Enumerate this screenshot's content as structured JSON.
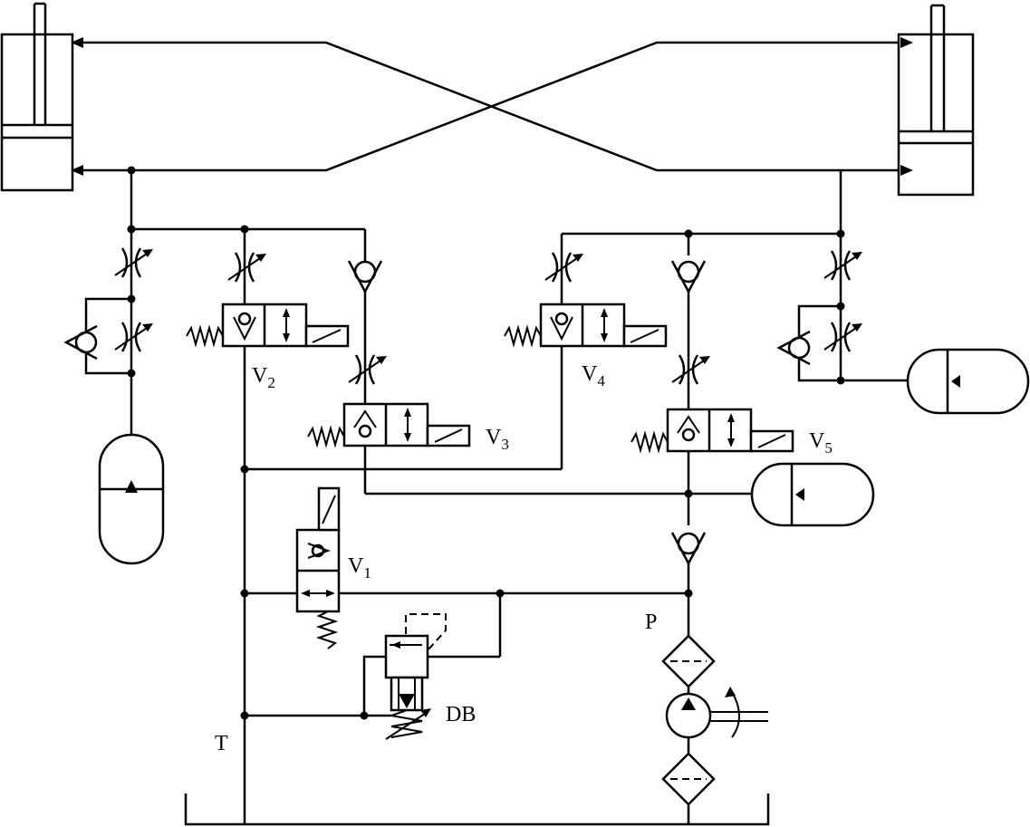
{
  "labels": {
    "v1": {
      "main": "V",
      "sub": "1"
    },
    "v2": {
      "main": "V",
      "sub": "2"
    },
    "v3": {
      "main": "V",
      "sub": "3"
    },
    "v4": {
      "main": "V",
      "sub": "4"
    },
    "v5": {
      "main": "V",
      "sub": "5"
    },
    "db": "DB",
    "p": "P",
    "t": "T"
  }
}
